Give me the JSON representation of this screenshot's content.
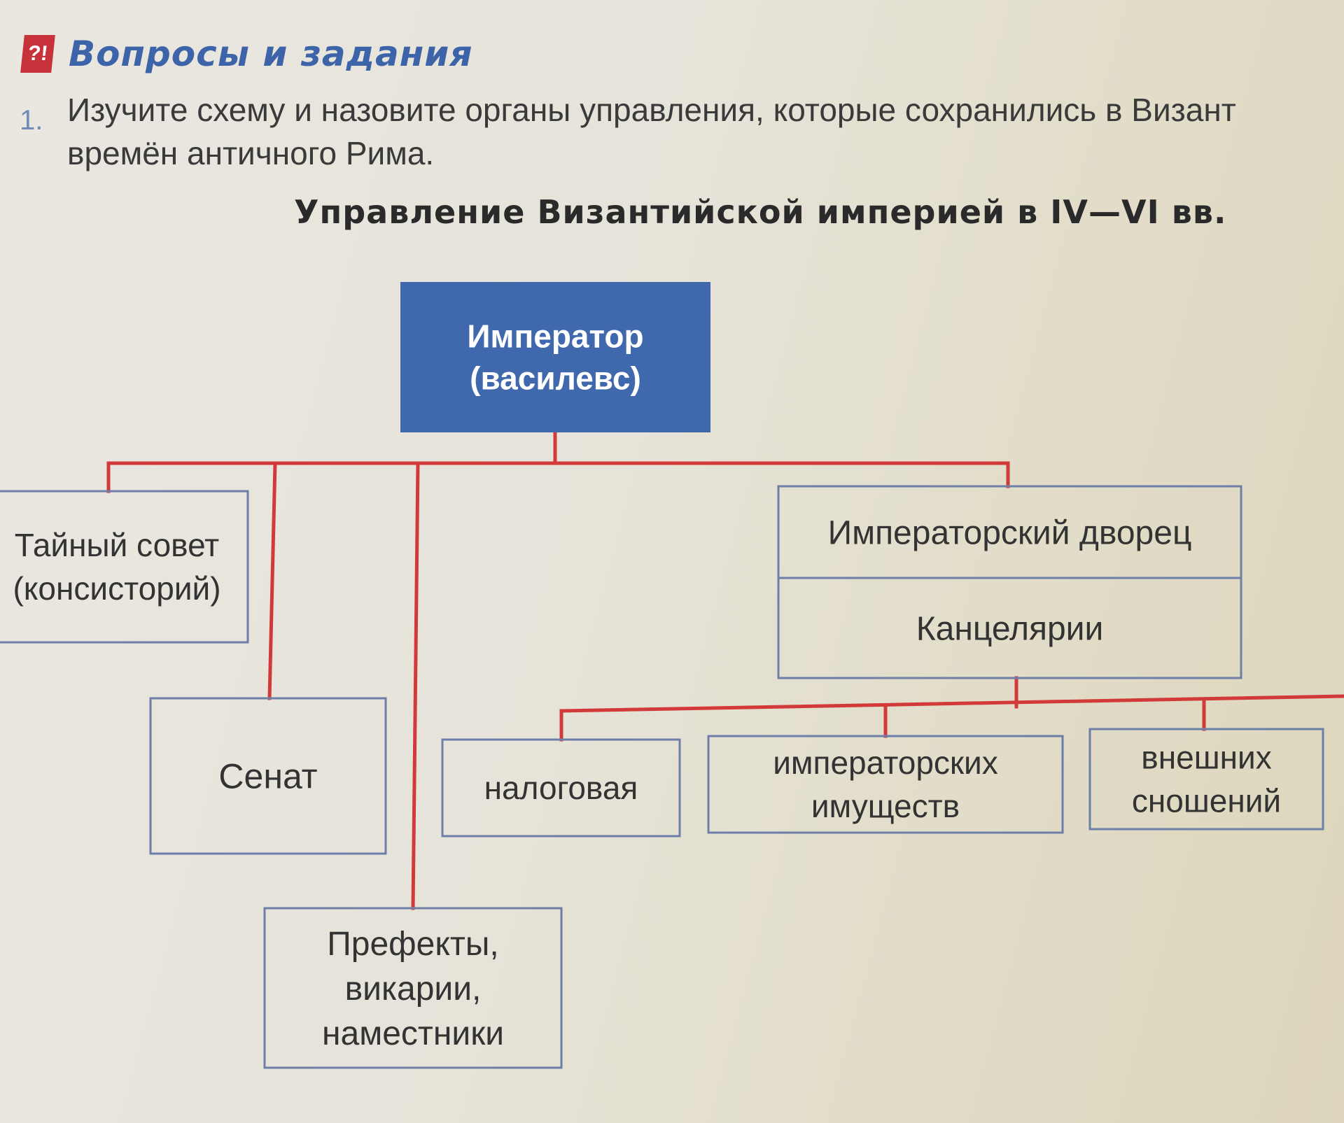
{
  "section": {
    "badge": "?!",
    "title": "Вопросы и задания"
  },
  "task": {
    "number": "1.",
    "text": "Изучите схему и назовите органы управления, которые сохранились в Визант\nвремён античного Рима."
  },
  "diagram": {
    "title": "Управление Византийской империей в IV—VI вв.",
    "nodes": {
      "emperor": [
        "Император",
        "(василевс)"
      ],
      "secret_council": [
        "Тайный совет",
        "(консисторий)"
      ],
      "senate": [
        "Сенат"
      ],
      "prefects": [
        "Префекты,",
        "викарии,",
        "наместники"
      ],
      "palace": [
        "Императорский дворец"
      ],
      "chanceries": [
        "Канцелярии"
      ],
      "tax": [
        "налоговая"
      ],
      "property": [
        "императорских",
        "имуществ"
      ],
      "foreign": [
        "внешних",
        "сношений"
      ]
    },
    "colors": {
      "emperor_fill": "#3f68ad",
      "node_border": "#6d7fa8",
      "connector": "#d23a3a"
    }
  }
}
